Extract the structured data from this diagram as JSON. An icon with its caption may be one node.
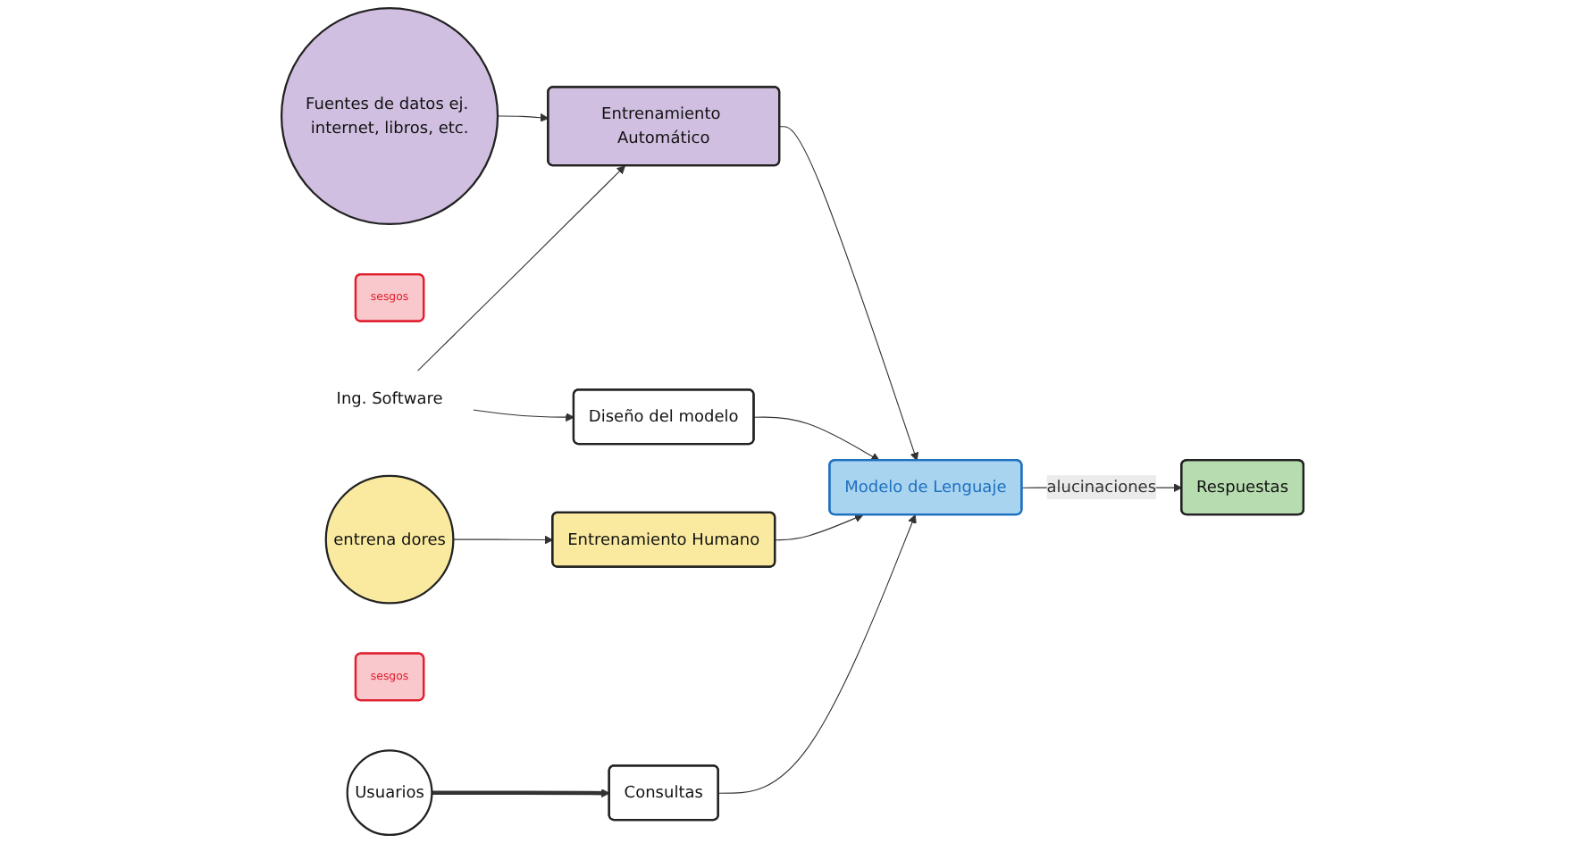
{
  "diagram": {
    "nodes": [
      {
        "text": [
          "Fuentes de datos ej. internet, libros, etc."
        ]
      },
      {
        "text": [
          "sesgos"
        ]
      },
      {
        "text": [
          "Ing. Software"
        ]
      },
      {
        "text": [
          "Entrenamiento Automático"
        ]
      },
      {
        "text": [
          "Diseño del modelo"
        ]
      },
      {
        "text": [
          "entrena dores"
        ]
      },
      {
        "text": [
          "sesgos"
        ]
      },
      {
        "text": [
          "Entrenamiento Humano"
        ]
      },
      {
        "text": [
          "Modelo de Lenguaje"
        ]
      },
      {
        "text": [
          "Usuarios"
        ]
      },
      {
        "text": [
          "Consultas"
        ]
      },
      {
        "text": [
          "Respuestas"
        ]
      }
    ],
    "edges": [
      {
        "from": 0,
        "to": 3,
        "arrow": "to"
      },
      {
        "from": 2,
        "to": 3,
        "arrow": "to"
      },
      {
        "from": 2,
        "to": 4,
        "arrow": "to"
      },
      {
        "from": 3,
        "to": 8,
        "arrow": "to"
      },
      {
        "from": 4,
        "to": 8,
        "arrow": "to"
      },
      {
        "from": 5,
        "to": 7,
        "arrow": "to"
      },
      {
        "from": 7,
        "to": 8,
        "arrow": "to"
      },
      {
        "from": 9,
        "to": 10,
        "arrow": "to",
        "style": "thick"
      },
      {
        "from": 10,
        "to": 8,
        "arrow": "to"
      },
      {
        "from": 8,
        "to": 11,
        "arrow": "to",
        "label": "alucinaciones"
      }
    ]
  }
}
